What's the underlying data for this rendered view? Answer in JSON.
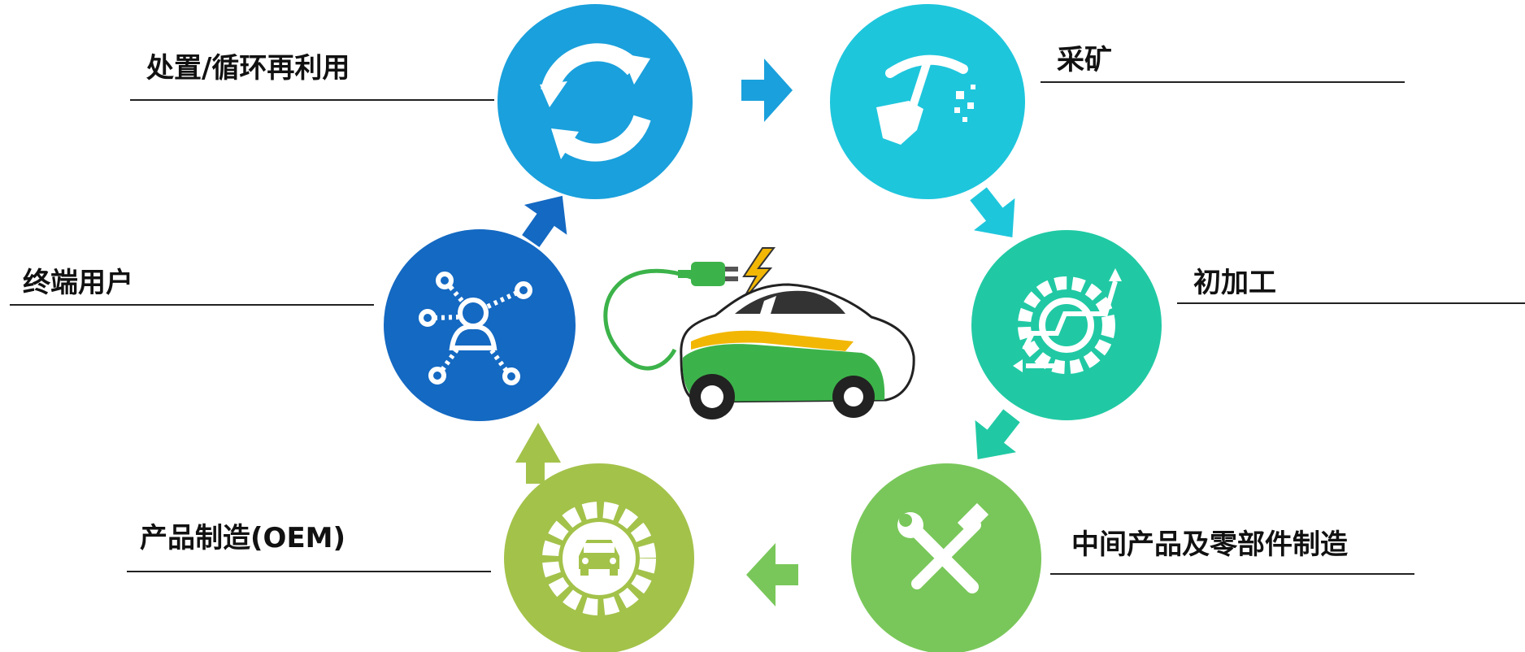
{
  "stages": [
    {
      "id": "recycle",
      "label": "处置/循环再利用",
      "icon": "recycle-icon",
      "color": "#1aa0dc"
    },
    {
      "id": "mining",
      "label": "采矿",
      "icon": "pickaxe-icon",
      "color": "#1ec6dc"
    },
    {
      "id": "processing",
      "label": "初加工",
      "icon": "gear-arrows-icon",
      "color": "#20c9a4"
    },
    {
      "id": "parts",
      "label": "中间产品及零部件制造",
      "icon": "tools-icon",
      "color": "#79c75a"
    },
    {
      "id": "oem",
      "label": "产品制造(OEM)",
      "icon": "car-gear-icon",
      "color": "#a3c24a"
    },
    {
      "id": "enduser",
      "label": "终端用户",
      "icon": "user-network-icon",
      "color": "#1469c2"
    }
  ],
  "center": {
    "icon": "electric-car-icon",
    "body_color": "#3cb34a",
    "stripe_color": "#f2b705",
    "plug_color": "#3cb34a",
    "bolt_color": "#f2b705"
  },
  "arrow_colors": {
    "recycle_to_mining": "#1aa0dc",
    "mining_to_processing": "#1ec6dc",
    "processing_to_parts": "#20c9a4",
    "parts_to_oem": "#79c75a",
    "oem_to_enduser": "#a3c24a",
    "enduser_to_recycle": "#1469c2"
  }
}
